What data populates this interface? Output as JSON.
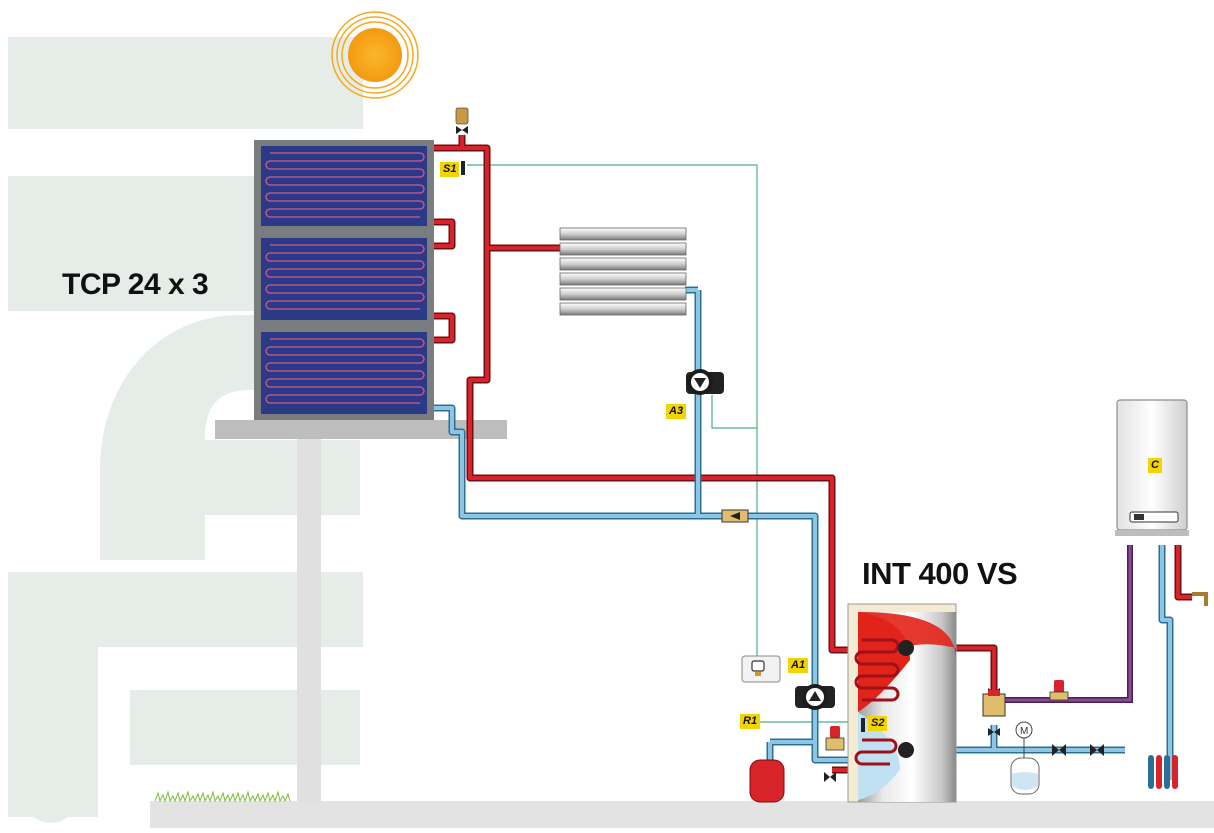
{
  "labels": {
    "collector": "TCP 24 x 3",
    "tank": "INT 400 VS"
  },
  "tags": {
    "s1": "S1",
    "s2": "S2",
    "a1": "A1",
    "a3": "A3",
    "r1": "R1",
    "c": "C"
  },
  "colors": {
    "background": "#ffffff",
    "watermark": "#e6ede9",
    "ground": "#e3e3e3",
    "hot_pipe": "#d8232a",
    "cold_pipe": "#2b6f97",
    "cold_pipe_fill": "#8cc6e2",
    "collector_frame": "#7a7d80",
    "collector_panel": "#2a3a86",
    "sensor_wire": "#4caf7d",
    "tag": "#f3d400",
    "sun": "#f6a81c",
    "boiler_outline": "#8c8c8c",
    "gas_pipe": "#7b3a84"
  }
}
